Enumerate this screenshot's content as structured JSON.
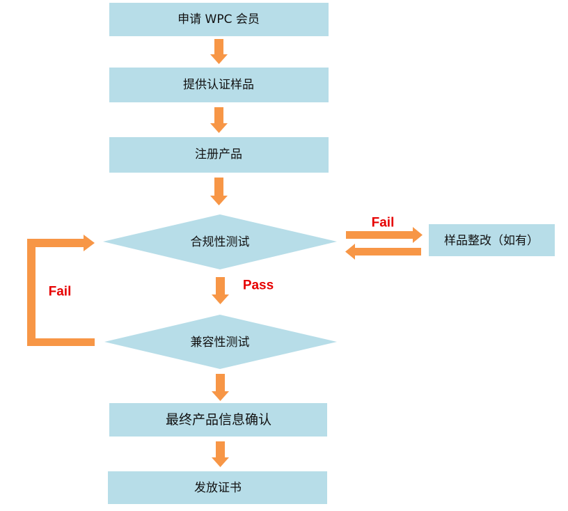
{
  "colors": {
    "box_fill": "#b7dde8",
    "arrow": "#f79646",
    "fail_label": "#e60000",
    "text": "#111111"
  },
  "nodes": {
    "apply": "申请 WPC 会员",
    "provide_sample": "提供认证样品",
    "register_product": "注册产品",
    "compliance_test": "合规性测试",
    "compatibility_test": "兼容性测试",
    "final_confirm": "最终产品信息确认",
    "issue_certificate": "发放证书",
    "sample_rectification": "样品整改（如有）"
  },
  "edge_labels": {
    "compliance_fail": "Fail",
    "compliance_pass": "Pass",
    "compatibility_fail": "Fail"
  }
}
